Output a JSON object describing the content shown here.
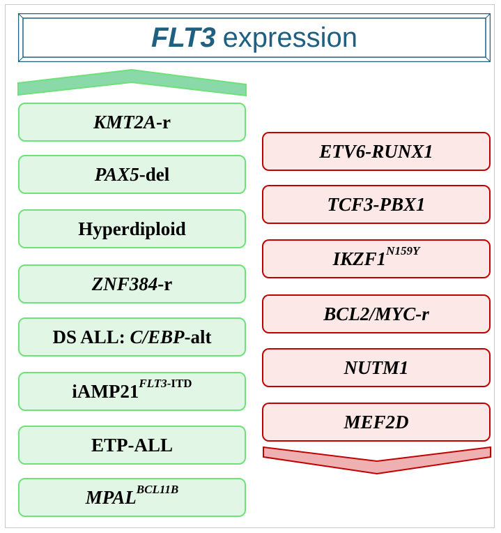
{
  "title": {
    "gene": "FLT3",
    "rest": "expression"
  },
  "colors": {
    "title": "#1f5f80",
    "high_fill": "#e1f6e4",
    "high_border": "#6fe07a",
    "low_fill": "#fde8e8",
    "low_border": "#c00000"
  },
  "high_expression": [
    {
      "italic": "KMT2A",
      "plain": "-r"
    },
    {
      "italic": "PAX5",
      "plain": "-del"
    },
    {
      "plain": "Hyperdiploid"
    },
    {
      "italic": "ZNF384",
      "plain": "-r"
    },
    {
      "plain": "DS ALL: ",
      "italic": "C/EBP",
      "plain2": "-alt"
    },
    {
      "plain": "iAMP21",
      "sup_italic": "FLT3",
      "sup_plain": "-ITD"
    },
    {
      "plain": "ETP-ALL"
    },
    {
      "italic": "MPAL",
      "sup_italic": "BCL11B"
    }
  ],
  "low_expression": [
    {
      "italic": "ETV6-RUNX1"
    },
    {
      "italic": "TCF3-PBX1"
    },
    {
      "italic": "IKZF1",
      "sup_italic": "N159Y"
    },
    {
      "italic": "BCL2/MYC-r"
    },
    {
      "italic": "NUTM1"
    },
    {
      "italic": "MEF2D"
    }
  ]
}
